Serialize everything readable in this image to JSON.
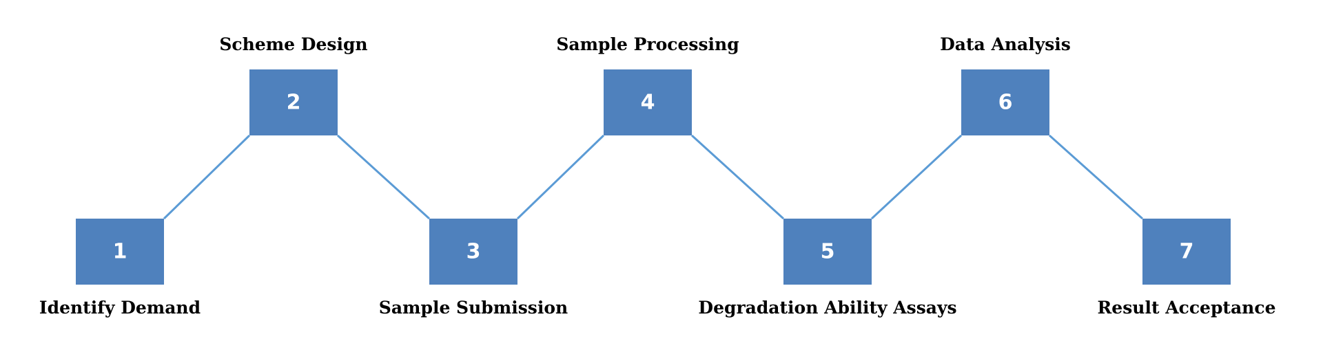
{
  "colors": {
    "box_fill": "#4f81bd",
    "connector": "#5b9bd5",
    "number_text": "#ffffff",
    "label_text": "#000000"
  },
  "steps": [
    {
      "number": "1",
      "label": "Identify Demand",
      "level": "low"
    },
    {
      "number": "2",
      "label": "Scheme Design",
      "level": "high"
    },
    {
      "number": "3",
      "label": "Sample Submission",
      "level": "low"
    },
    {
      "number": "4",
      "label": "Sample Processing",
      "level": "high"
    },
    {
      "number": "5",
      "label": "Degradation Ability Assays",
      "level": "low"
    },
    {
      "number": "6",
      "label": "Data Analysis",
      "level": "high"
    },
    {
      "number": "7",
      "label": "Result Acceptance",
      "level": "low"
    }
  ]
}
